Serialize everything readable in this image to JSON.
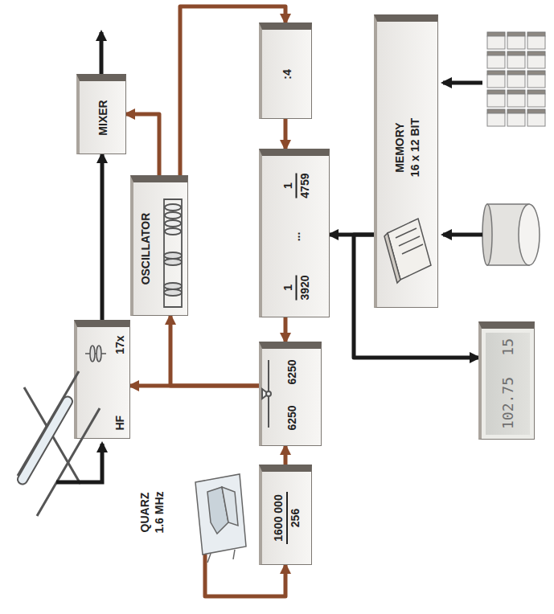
{
  "diagram": {
    "nodes": [
      {
        "text": [
          "MIXER"
        ]
      },
      {
        "text": [
          "OSCILLATOR"
        ]
      },
      {
        "text": [
          ":4"
        ]
      },
      {
        "text": [
          "1",
          "3920",
          "...",
          "1",
          "4759"
        ]
      },
      {
        "text": [
          "MEMORY",
          "16 x 12 BIT"
        ]
      },
      {
        "text": [
          "HF",
          "17x"
        ]
      },
      {
        "text": [
          "6250",
          "6250"
        ]
      },
      {
        "text": [
          "1600 000",
          "256"
        ]
      },
      {
        "text": [
          "QUARZ",
          "1.6 MHz"
        ]
      },
      {
        "text": [
          "102.75",
          "15"
        ]
      }
    ],
    "edges": [
      {
        "from": 5,
        "to": 0,
        "arrow": "to"
      },
      {
        "from": 1,
        "to": 0,
        "arrow": "to"
      },
      {
        "from": 1,
        "to": 2,
        "arrow": "to"
      },
      {
        "from": 2,
        "to": 3,
        "arrow": "to"
      },
      {
        "from": 3,
        "to": 6,
        "arrow": "to"
      },
      {
        "from": 7,
        "to": 6,
        "arrow": "to"
      },
      {
        "from": 8,
        "to": 7,
        "arrow": "to"
      },
      {
        "from": 6,
        "to": 5,
        "arrow": "to"
      },
      {
        "from": 6,
        "to": 1,
        "arrow": "to"
      },
      {
        "from": 4,
        "to": 3,
        "arrow": "to"
      },
      {
        "from": 4,
        "to": 9,
        "arrow": "to"
      }
    ]
  }
}
